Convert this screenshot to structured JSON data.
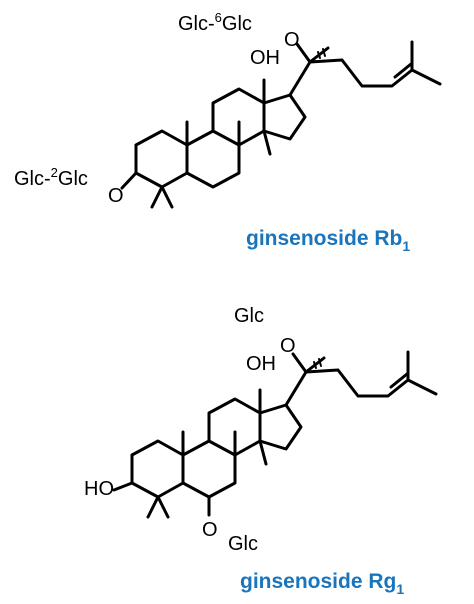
{
  "molecules": [
    {
      "name": "ginsenoside Rb",
      "name_subscript": "1",
      "labels": {
        "sugar_top": "Glc-",
        "sugar_top_sup": "6",
        "sugar_top_end": "Glc",
        "oxygen_top": "O",
        "hydroxyl": "OH",
        "sugar_left": "Glc-",
        "sugar_left_sup": "2",
        "sugar_left_end": "Glc",
        "oxygen_left": "O"
      }
    },
    {
      "name": "ginsenoside Rg",
      "name_subscript": "1",
      "labels": {
        "sugar_top": "Glc",
        "oxygen_top": "O",
        "hydroxyl": "OH",
        "hydroxyl_left": "HO",
        "oxygen_bottom": "O",
        "sugar_bottom": "Glc"
      }
    }
  ],
  "colors": {
    "title": "#1a75bc",
    "bond": "#000000"
  }
}
